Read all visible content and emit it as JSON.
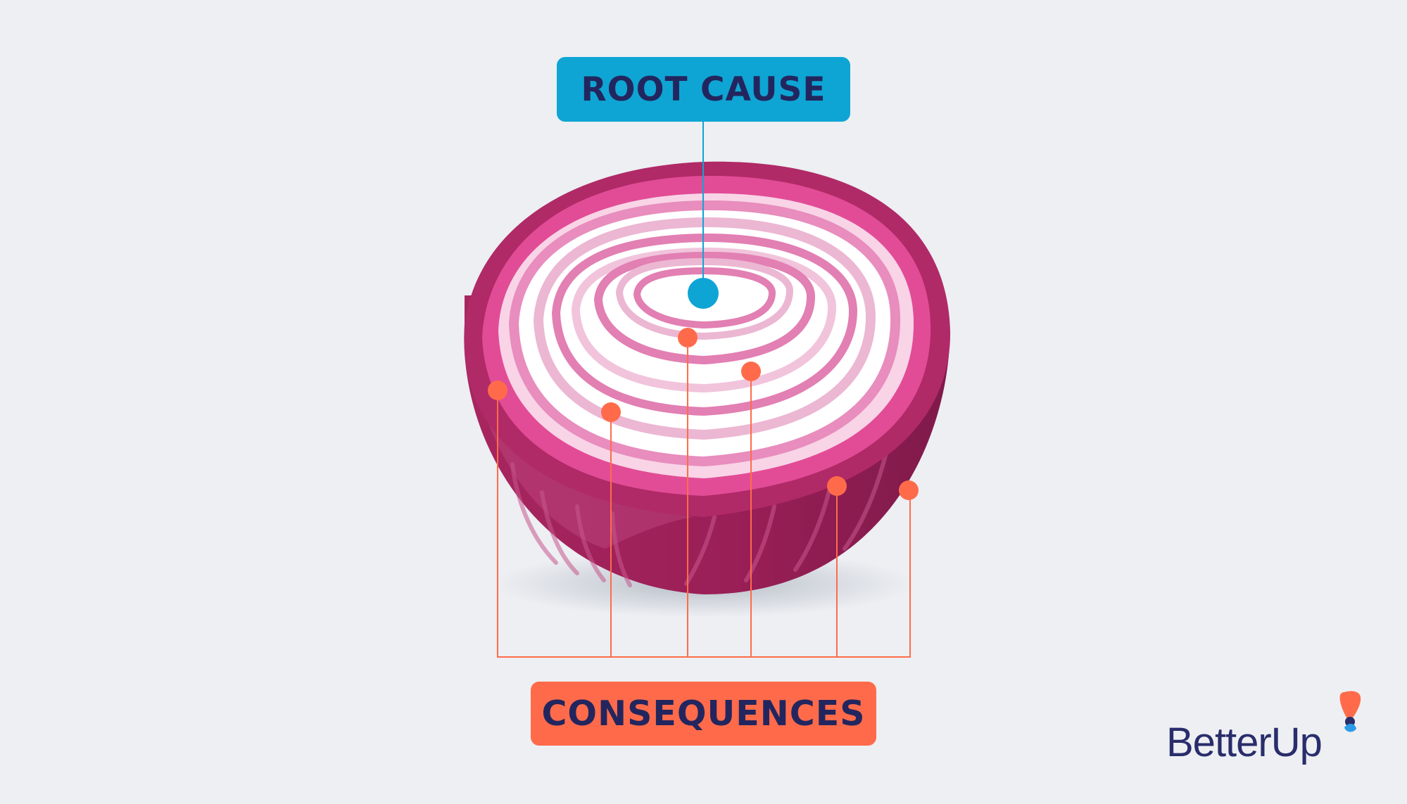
{
  "diagram": {
    "root_label": "ROOT CAUSE",
    "consequences_label": "CONSEQUENCES",
    "brand": "BetterUp"
  },
  "colors": {
    "background": "#edeff3",
    "root_cause": "#0ea5d4",
    "consequence": "#ff6b4a",
    "text": "#23265e",
    "onion_outer": "#a3215e",
    "onion_skin": "#e24c96",
    "ring": "#e27fb3",
    "ring_light": "#f5cde1",
    "core": "#ffffff",
    "logo_orange": "#ff6b4a",
    "logo_blue": "#2b9be8",
    "logo_navy": "#2a2d6b"
  },
  "icons": {
    "onion": "onion-cross-section-icon",
    "logo_mark": "betterup-drop-icon"
  }
}
